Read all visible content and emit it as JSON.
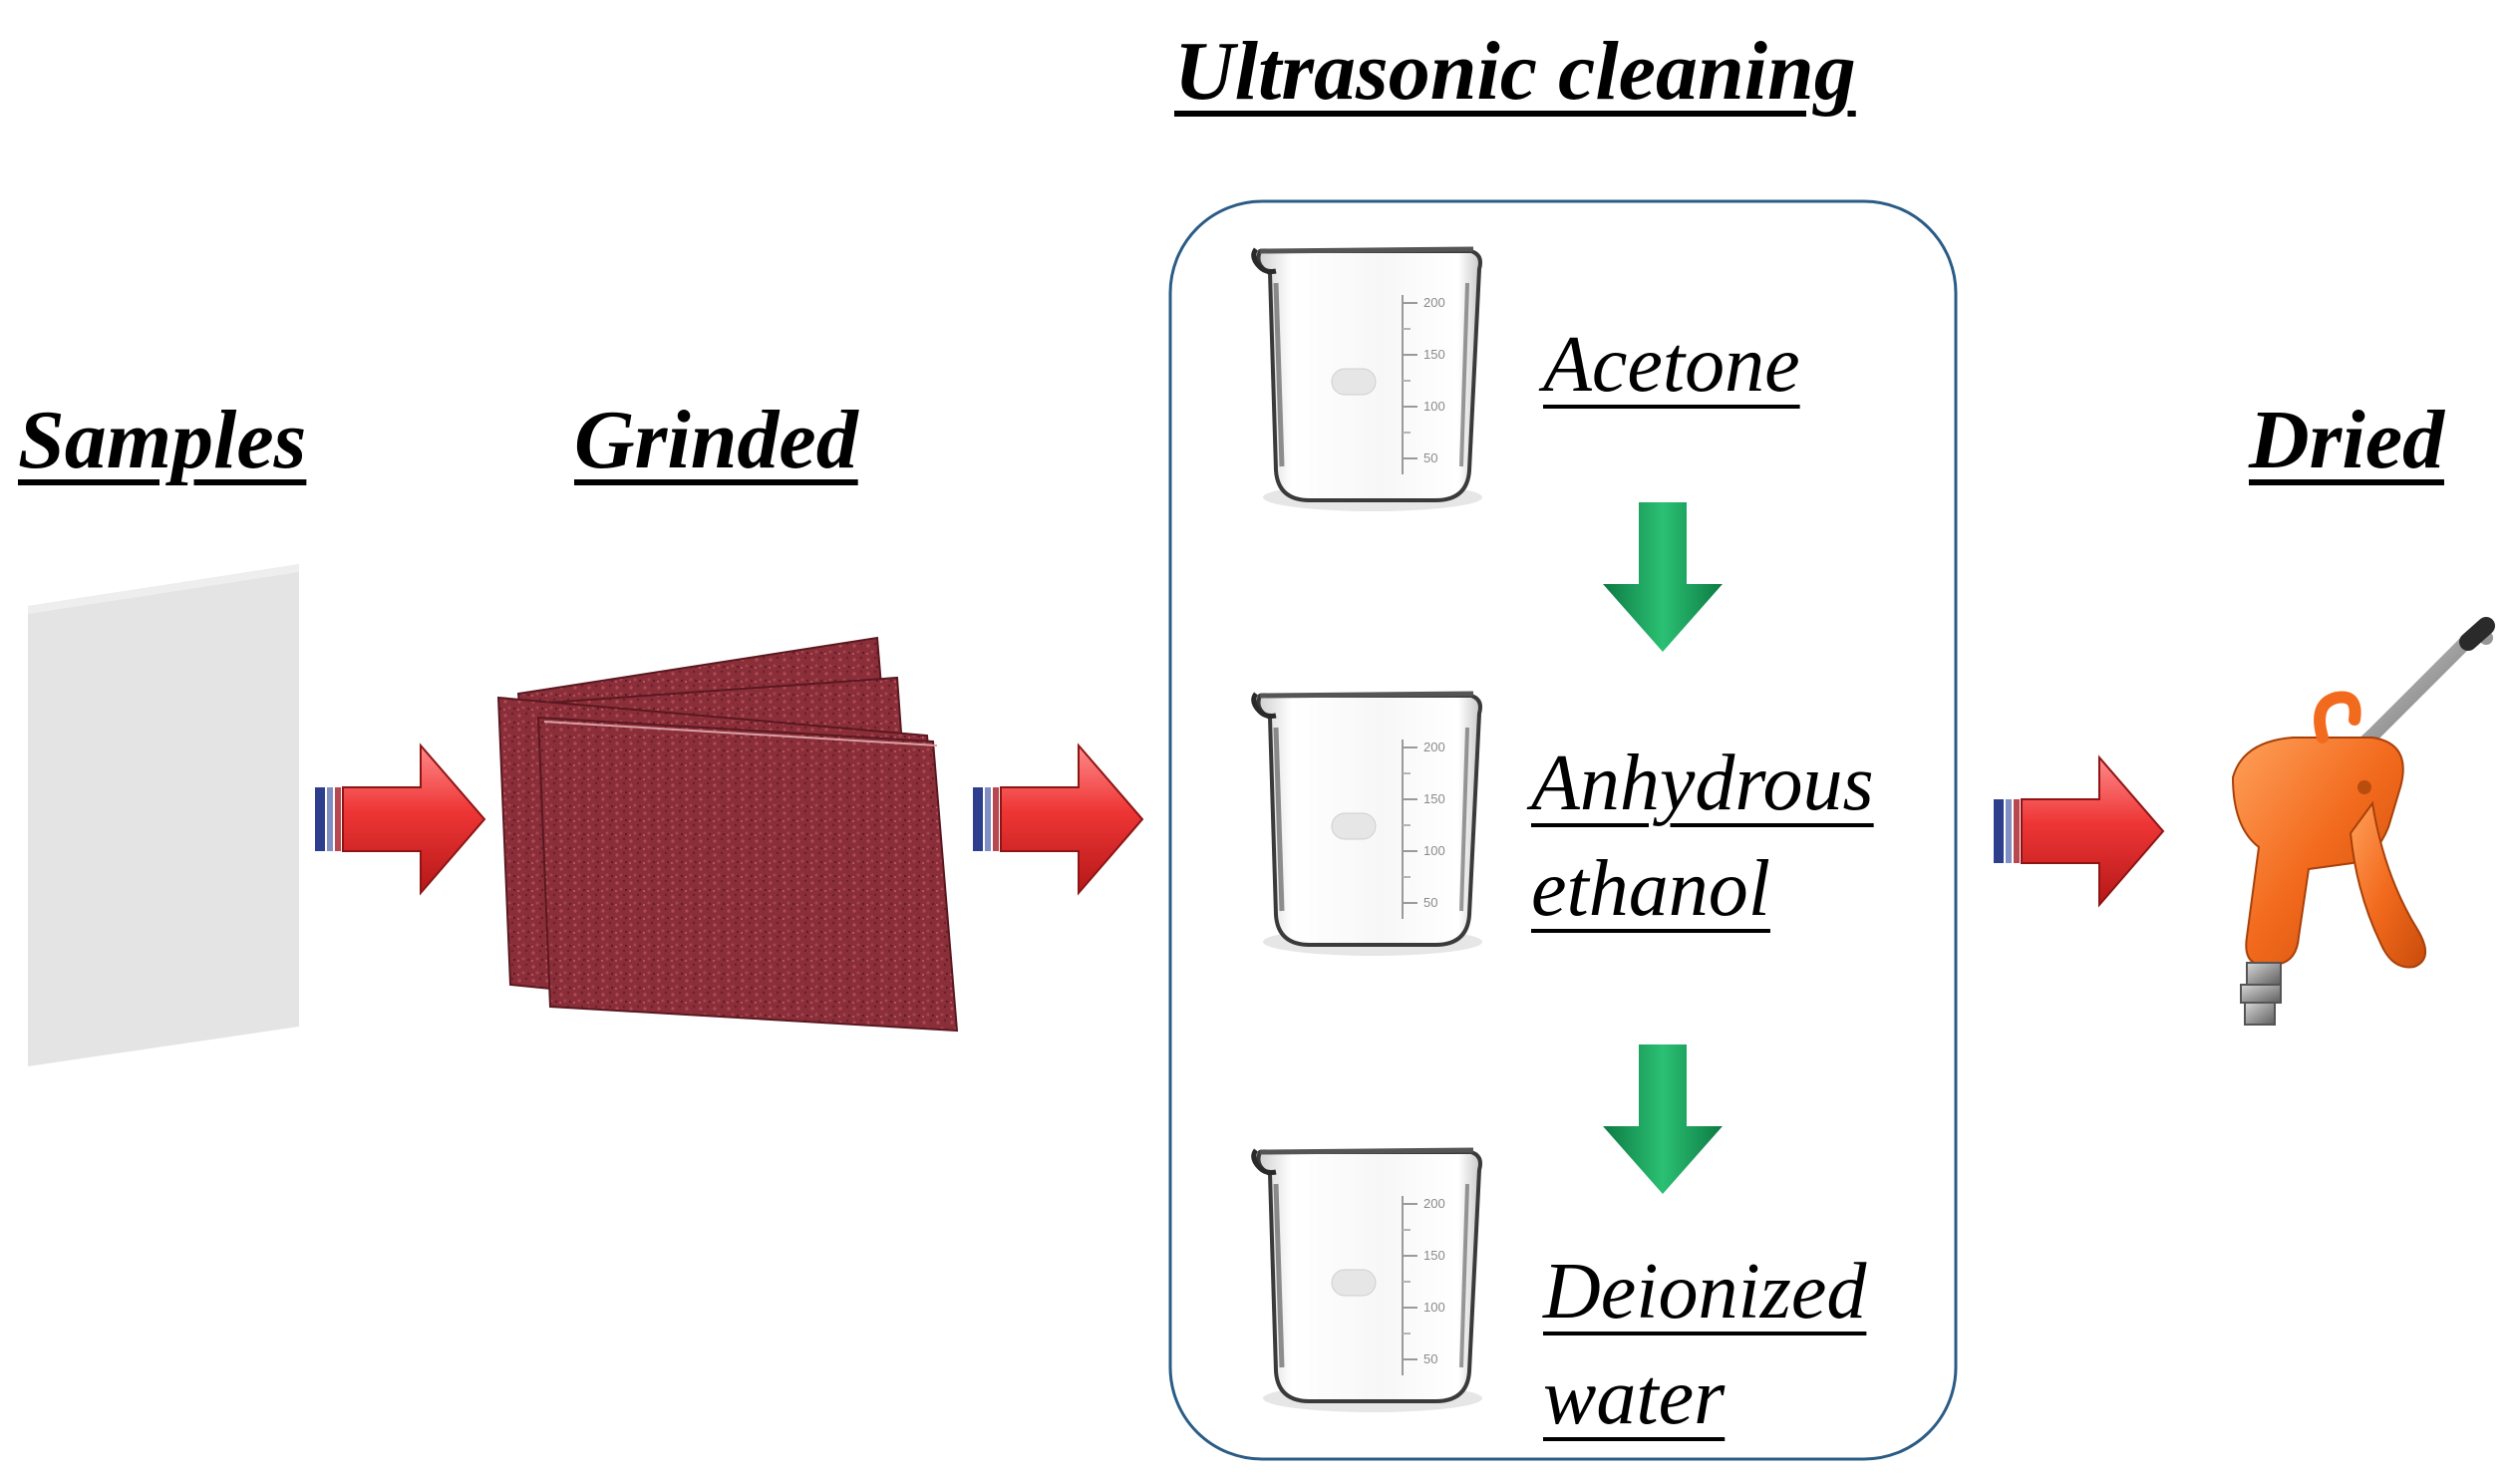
{
  "title": "Ultrasonic cleaning",
  "steps": {
    "samples": "Samples",
    "grinded": "Grinded",
    "dried": "Dried"
  },
  "solvents": {
    "acetone": "Acetone",
    "ethanol_line1": "Anhydrous",
    "ethanol_line2": "ethanol",
    "water_line1": "Deionized",
    "water_line2": "water"
  },
  "beaker_scale": [
    "200",
    "150",
    "100",
    "50"
  ],
  "colors": {
    "process_arrow": "#e8332f",
    "process_arrow_tail": "#2c3e8c",
    "flow_arrow": "#1a9a55",
    "panel_border": "#2a5c86",
    "sample_plate": "#e4e4e4",
    "sandpaper": "#8a2f39",
    "air_gun": "#f26a1d"
  },
  "icons": {
    "sample": "metal-plate-icon",
    "grinder": "sandpaper-icon",
    "beaker": "beaker-icon",
    "dryer": "air-blow-gun-icon"
  }
}
